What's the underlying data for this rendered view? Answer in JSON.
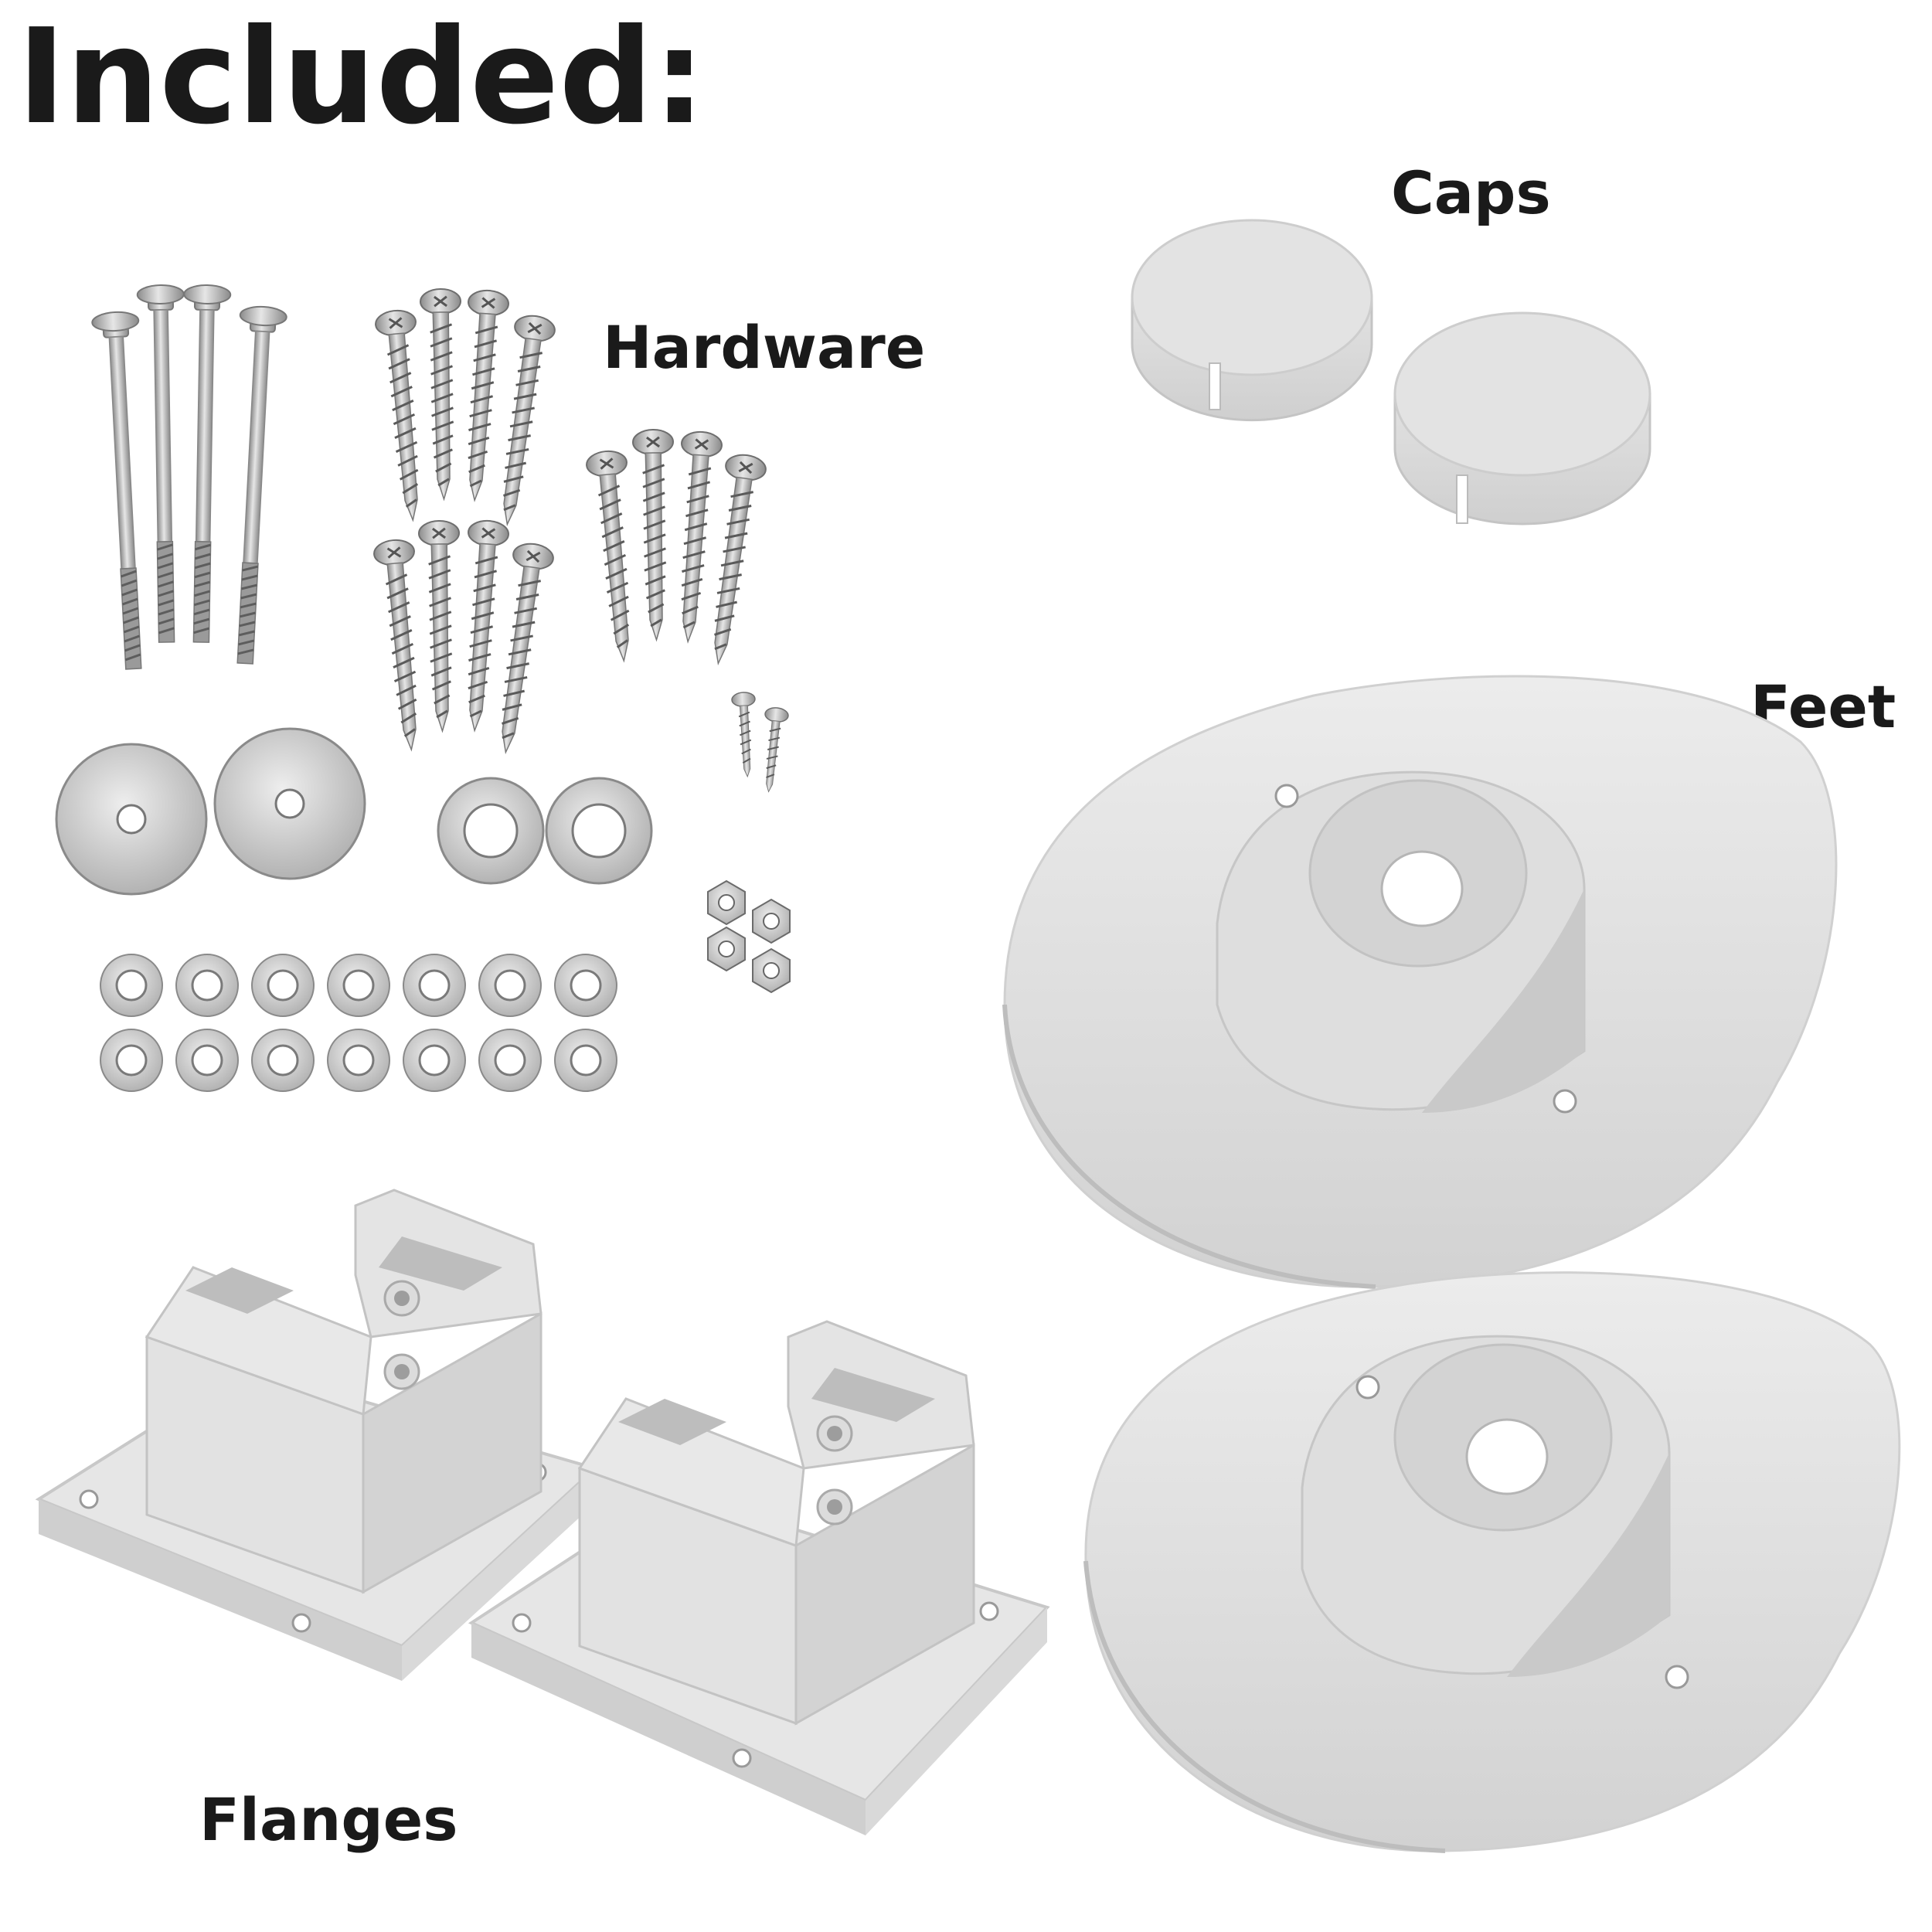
{
  "title": "Included:",
  "labels": {
    "caps": "Caps",
    "hardware": "Hardware",
    "feet": "Feet",
    "flanges": "Flanges"
  },
  "colors": {
    "text": "#1a1a1a",
    "plastic": "#e4e4e4",
    "plastic_shade": "#c9c9c9",
    "metal": "#b8b8b8",
    "metal_dark": "#7d7d7d"
  },
  "icons": [
    "bolt-icon",
    "screw-icon",
    "fender-washer-icon",
    "flat-washer-icon",
    "small-washer-icon",
    "hex-nut-icon",
    "cap-icon",
    "foot-icon",
    "flange-icon"
  ]
}
